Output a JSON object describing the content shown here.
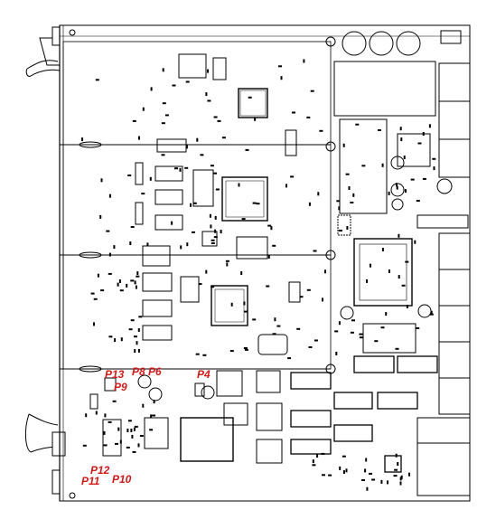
{
  "diagram": {
    "label_color": "#d11a1a",
    "line_color": "#000000",
    "labels": {
      "p4": "P4",
      "p6": "P6",
      "p8": "P8",
      "p9": "P9",
      "p10": "P10",
      "p11": "P11",
      "p12": "P12",
      "p13": "P13"
    }
  }
}
